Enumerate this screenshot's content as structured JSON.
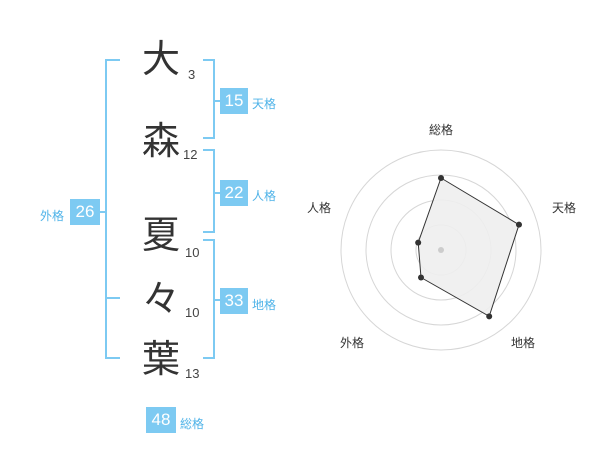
{
  "name_chars": [
    {
      "char": "大",
      "strokes": "3"
    },
    {
      "char": "森",
      "strokes": "12"
    },
    {
      "char": "夏",
      "strokes": "10"
    },
    {
      "char": "々",
      "strokes": "10"
    },
    {
      "char": "葉",
      "strokes": "13"
    }
  ],
  "grids": {
    "tenkaku": {
      "value": "15",
      "label": "天格"
    },
    "jinkaku": {
      "value": "22",
      "label": "人格"
    },
    "chikaku": {
      "value": "33",
      "label": "地格"
    },
    "gaikaku": {
      "value": "26",
      "label": "外格"
    },
    "soukaku": {
      "value": "48",
      "label": "総格"
    }
  },
  "colors": {
    "accent": "#7dcaf2",
    "bracket": "#7dcaf2",
    "text": "#333333"
  },
  "chart_data": {
    "type": "radar",
    "axes": [
      "総格",
      "天格",
      "地格",
      "外格",
      "人格"
    ],
    "values": [
      0.72,
      0.82,
      0.82,
      0.34,
      0.24
    ],
    "rings": 4,
    "max": 1
  }
}
